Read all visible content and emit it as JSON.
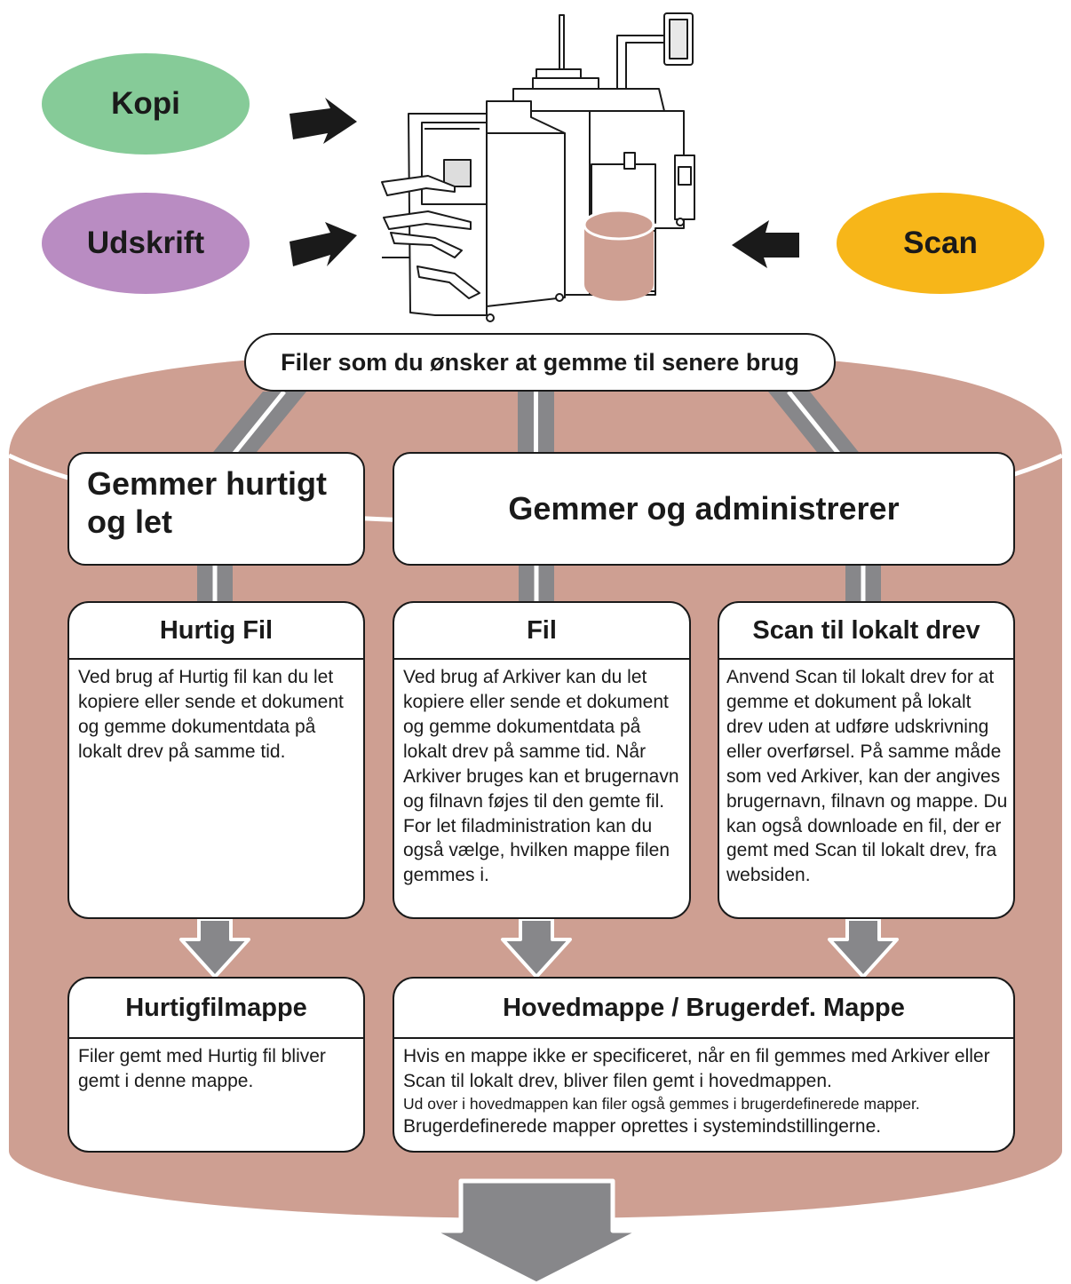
{
  "inputs": {
    "kopi": "Kopi",
    "udskrift": "Udskrift",
    "scan": "Scan"
  },
  "banner": "Filer som du ønsker at gemme til senere brug",
  "headers": {
    "quick": "Gemmer hurtigt og let",
    "manage": "Gemmer og administrerer"
  },
  "panels": {
    "hurtig_fil": {
      "title": "Hurtig Fil",
      "body": "Ved brug af Hurtig fil kan du let kopiere eller sende et dokument og gemme dokumentdata på lokalt drev på samme tid."
    },
    "fil": {
      "title": "Fil",
      "body": "Ved brug af Arkiver kan du let kopiere eller sende et dokument og gemme dokumentdata på lokalt drev på samme tid. Når Arkiver bruges kan et brugernavn og filnavn føjes til den gemte fil. For let filadministration kan du også vælge, hvilken mappe filen gemmes i."
    },
    "scan_lokal": {
      "title": "Scan til lokalt drev",
      "body": "Anvend Scan til lokalt drev for at gemme et dokument på lokalt drev uden at udføre udskrivning eller overførsel. På samme måde som ved Arkiver, kan der angives brugernavn, filnavn og mappe. Du kan også downloade en fil, der er gemt med Scan til lokalt drev, fra websiden."
    },
    "hurtigfilmappe": {
      "title": "Hurtigfilmappe",
      "body": "Filer gemt med Hurtig fil bliver gemt i denne mappe."
    },
    "hovedmappe": {
      "title": "Hovedmappe / Brugerdef. Mappe",
      "body1": "Hvis en mappe ikke er specificeret, når en fil gemmes med Arkiver eller Scan til lokalt drev, bliver filen gemt i hovedmappen.",
      "body2": "Ud over i hovedmappen kan filer også gemmes i brugerdefinerede mapper.",
      "body3": "Brugerdefinerede mapper oprettes i systemindstillingerne."
    }
  },
  "colors": {
    "storage": "#ce9f92",
    "connector": "#87878a",
    "kopi": "#86cb98",
    "udskrift": "#b98cc2",
    "scan": "#f7b619"
  },
  "icons": {
    "device": "multifunction-printer-icon",
    "disk": "storage-cylinder-icon"
  }
}
